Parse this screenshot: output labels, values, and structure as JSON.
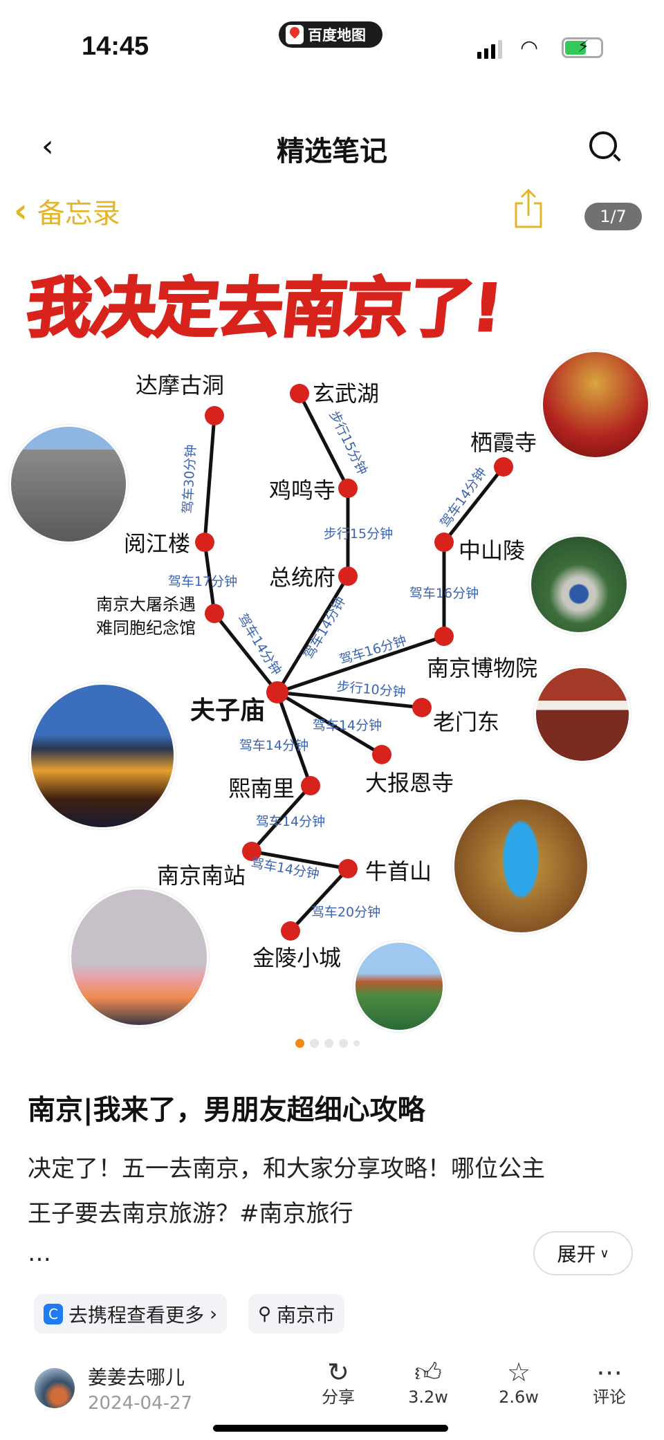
{
  "status_bar": {
    "time": "14:45",
    "app_pill": "百度地图"
  },
  "nav": {
    "title": "精选笔记",
    "back_icon": "chevron-left-icon",
    "search_icon": "search-icon"
  },
  "memo_bar": {
    "back_label": "备忘录",
    "counter": "1/7"
  },
  "image": {
    "title": "我决定去南京了!",
    "stations": {
      "damo": "达摩古洞",
      "xuanwu": "玄武湖",
      "jiming": "鸡鸣寺",
      "qixia": "栖霞寺",
      "yuejiang": "阅江楼",
      "zhongshan": "中山陵",
      "zongtong": "总统府",
      "memorial_1": "南京大屠杀遇",
      "memorial_2": "难同胞纪念馆",
      "museum": "南京博物院",
      "fuzi": "夫子庙",
      "laomen": "老门东",
      "dabaoen": "大报恩寺",
      "xinan": "熙南里",
      "nanzhan": "南京南站",
      "niushou": "牛首山",
      "jinling": "金陵小城"
    },
    "routes": {
      "damo_yuejiang": "驾车30分钟",
      "xuanwu_jiming": "步行15分钟",
      "jiming_zongtong": "步行15分钟",
      "qixia_zhongshan": "驾车14分钟",
      "yuejiang_memorial": "驾车17分钟",
      "zhongshan_museum": "驾车16分钟",
      "memorial_fuzi": "驾车14分钟",
      "zongtong_fuzi": "驾车14分钟",
      "fuzi_museum": "驾车16分钟",
      "fuzi_laomen": "步行10分钟",
      "fuzi_dabaoen": "驾车14分钟",
      "fuzi_xinan": "驾车14分钟",
      "xinan_nanzhan": "驾车14分钟",
      "nanzhan_niushou": "驾车14分钟",
      "niushou_jinling": "驾车20分钟"
    },
    "carousel": {
      "current": 1,
      "total_dots": 5
    }
  },
  "post": {
    "title": "南京|我来了，男朋友超细心攻略",
    "body_line1": "决定了！五一去南京，和大家分享攻略！哪位公主",
    "body_line2": "王子要去南京旅游？#南京旅行",
    "ellipsis": "…",
    "expand": "展开"
  },
  "tags": {
    "ctrip": "去携程查看更多",
    "location": "南京市"
  },
  "author": {
    "name": "姜姜去哪儿",
    "date": "2024-04-27"
  },
  "actions": {
    "share": "分享",
    "like": "3.2w",
    "favorite": "2.6w",
    "comment": "评论"
  },
  "colors": {
    "accent_yellow": "#e2b52a",
    "route_red": "#d8231c",
    "route_label_blue": "#3b64b0"
  }
}
